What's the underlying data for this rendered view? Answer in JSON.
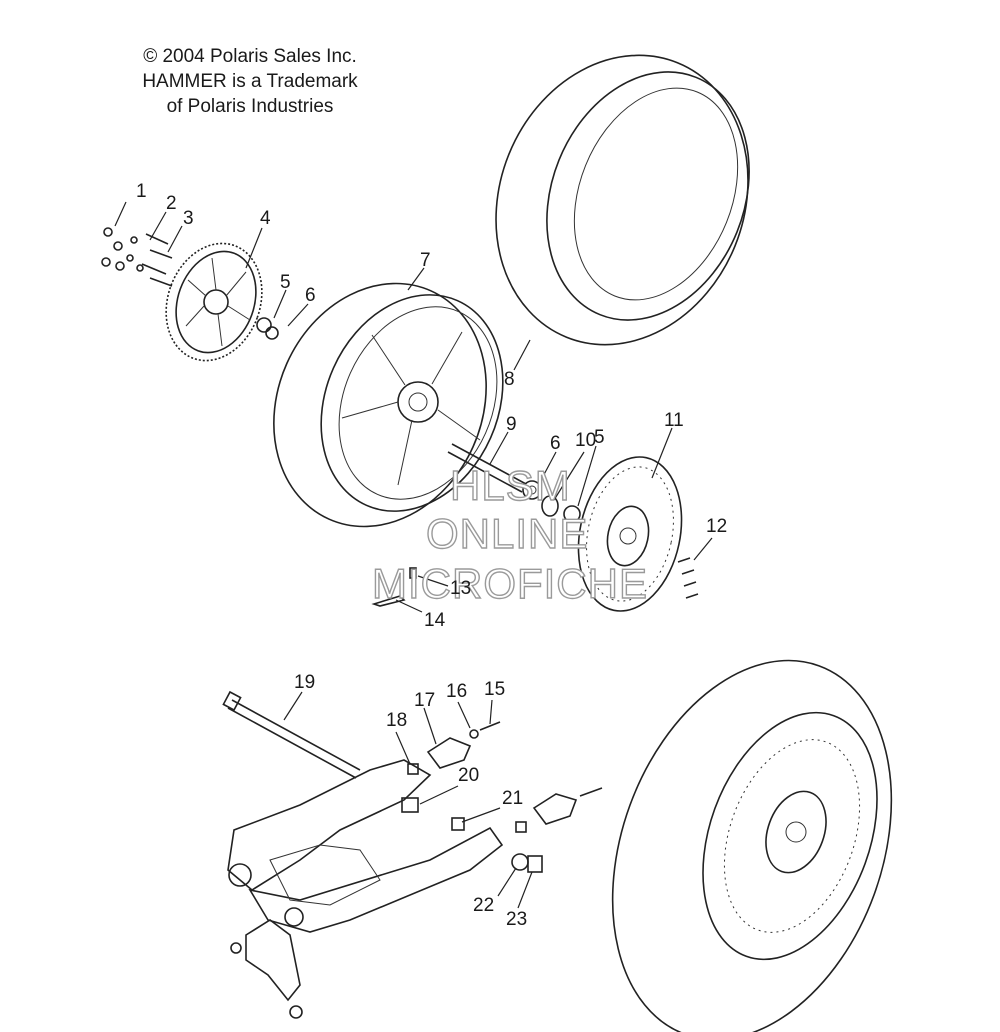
{
  "copyright": {
    "line1": "© 2004 Polaris Sales Inc.",
    "line2": "HAMMER is a Trademark",
    "line3": "of Polaris Industries"
  },
  "watermark": {
    "line1": "HLSM",
    "line2": "ONLINE",
    "line3": "MICROFICHE"
  },
  "callouts": [
    {
      "id": "c1",
      "label": "1"
    },
    {
      "id": "c2",
      "label": "2"
    },
    {
      "id": "c3",
      "label": "3"
    },
    {
      "id": "c4",
      "label": "4"
    },
    {
      "id": "c5a",
      "label": "5"
    },
    {
      "id": "c6a",
      "label": "6"
    },
    {
      "id": "c7",
      "label": "7"
    },
    {
      "id": "c8",
      "label": "8"
    },
    {
      "id": "c9",
      "label": "9"
    },
    {
      "id": "c6b",
      "label": "6"
    },
    {
      "id": "c10",
      "label": "10"
    },
    {
      "id": "c5b",
      "label": "5"
    },
    {
      "id": "c11",
      "label": "11"
    },
    {
      "id": "c12",
      "label": "12"
    },
    {
      "id": "c13",
      "label": "13"
    },
    {
      "id": "c14",
      "label": "14"
    },
    {
      "id": "c19",
      "label": "19"
    },
    {
      "id": "c18",
      "label": "18"
    },
    {
      "id": "c17",
      "label": "17"
    },
    {
      "id": "c16",
      "label": "16"
    },
    {
      "id": "c15",
      "label": "15"
    },
    {
      "id": "c20",
      "label": "20"
    },
    {
      "id": "c21",
      "label": "21"
    },
    {
      "id": "c22",
      "label": "22"
    },
    {
      "id": "c23",
      "label": "23"
    }
  ],
  "colors": {
    "line": "#222222",
    "background": "#ffffff",
    "watermark_outline": "#9a9a9a"
  }
}
